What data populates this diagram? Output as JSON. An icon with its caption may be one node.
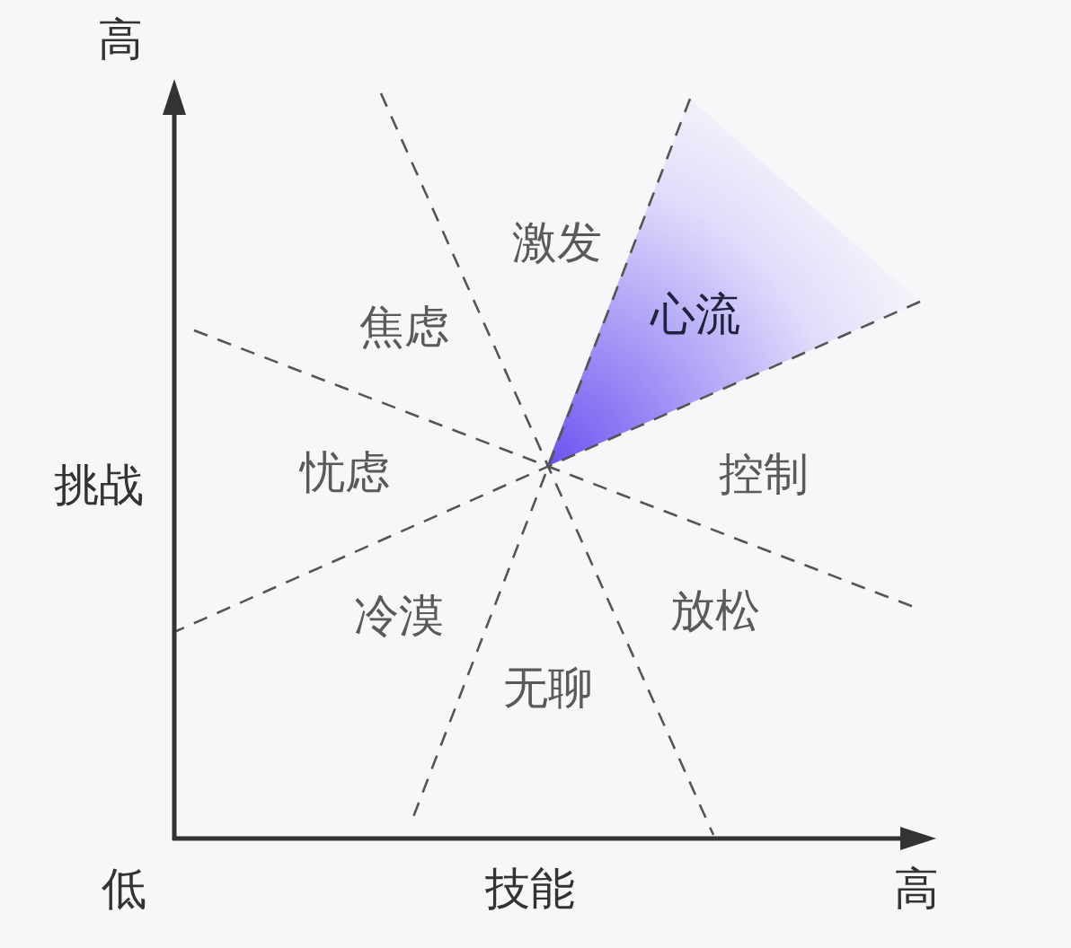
{
  "diagram": {
    "nodes": [
      {
        "text": [
          "心流"
        ]
      }
    ],
    "labels": [
      "高",
      "激发",
      "焦虑",
      "挑战",
      "忧虑",
      "控制",
      "冷漠",
      "放松",
      "无聊",
      "低",
      "技能",
      "高"
    ]
  }
}
